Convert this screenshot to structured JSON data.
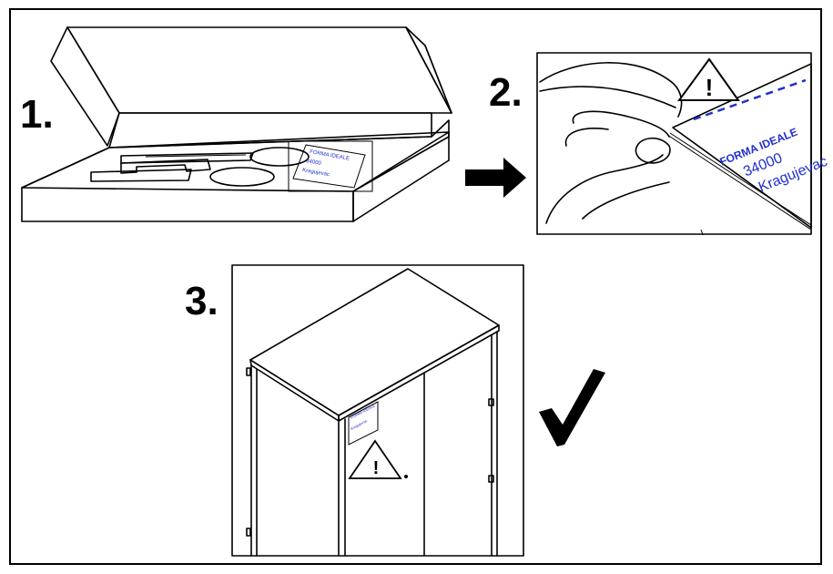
{
  "steps": {
    "one": "1.",
    "two": "2.",
    "three": "3."
  },
  "label": {
    "brand": "FORMA IDEALE",
    "postcode": "34000",
    "city": "Kragujevac"
  },
  "warning_symbol": "!",
  "colors": {
    "label_text": "#1f2fd0",
    "outline": "#000000"
  },
  "icons": {
    "arrow": "right-arrow-icon",
    "check": "check-mark-icon",
    "warning": "warning-triangle-icon"
  }
}
